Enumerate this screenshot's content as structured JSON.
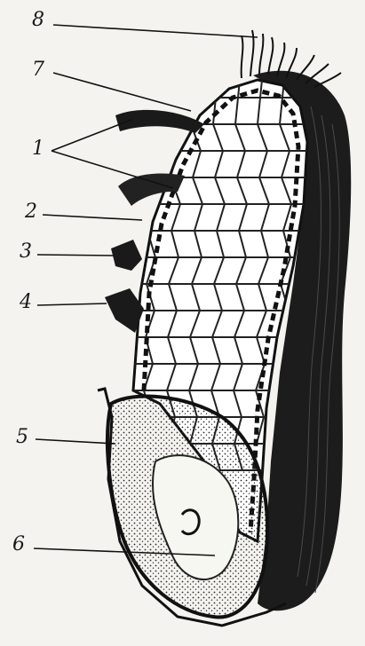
{
  "figure": {
    "labels": [
      {
        "id": "label-8",
        "text": "8"
      },
      {
        "id": "label-7",
        "text": "7"
      },
      {
        "id": "label-1",
        "text": "1"
      },
      {
        "id": "label-2",
        "text": "2"
      },
      {
        "id": "label-3",
        "text": "3"
      },
      {
        "id": "label-4",
        "text": "4"
      },
      {
        "id": "label-5",
        "text": "5"
      },
      {
        "id": "label-6",
        "text": "6"
      }
    ]
  }
}
